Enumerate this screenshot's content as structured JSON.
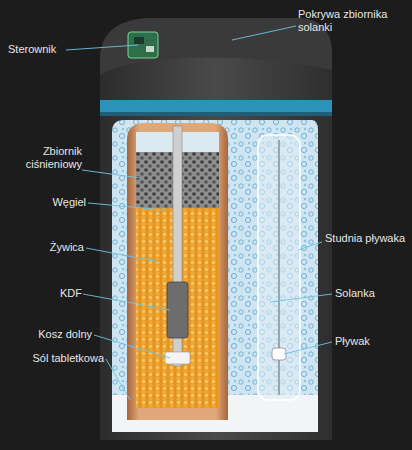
{
  "diagram": {
    "labels": [
      "Sterownik",
      "Pokrywa zbiornika solanki",
      "Zbiornik ciśnieniowy",
      "Węgiel",
      "Studnia pływaka",
      "Żywica",
      "Solanka",
      "KDF",
      "Pływak",
      "Kosz dolny",
      "Sól tabletkowa"
    ]
  }
}
